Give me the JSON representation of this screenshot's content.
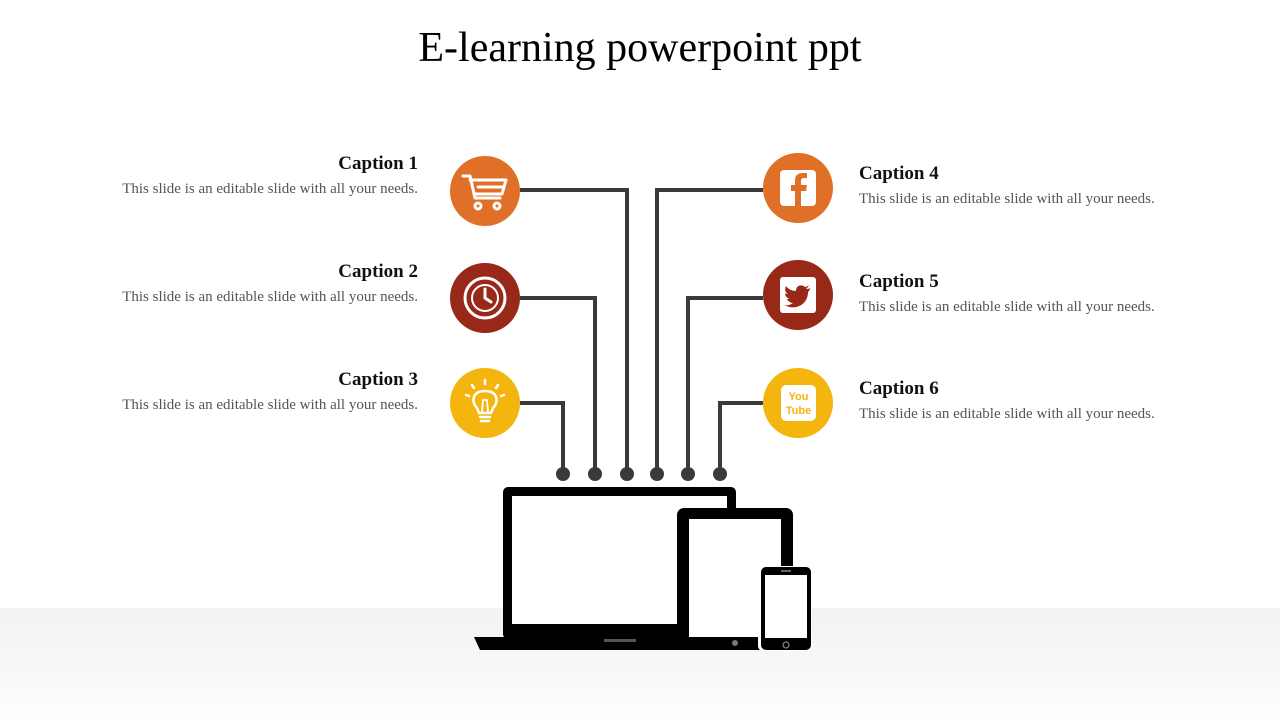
{
  "title": "E-learning powerpoint ppt",
  "captions": [
    {
      "title": "Caption 1",
      "text": "This slide is an editable slide with all your needs.",
      "icon": "shopping-cart-icon",
      "color": "#e07028"
    },
    {
      "title": "Caption 2",
      "text": "This slide is an editable slide with all your needs.",
      "icon": "clock-icon",
      "color": "#982818"
    },
    {
      "title": "Caption 3",
      "text": "This slide is an editable slide with all your needs.",
      "icon": "lightbulb-icon",
      "color": "#f5b50f"
    },
    {
      "title": "Caption 4",
      "text": "This slide is an editable slide with all your needs.",
      "icon": "facebook-icon",
      "color": "#e07028"
    },
    {
      "title": "Caption 5",
      "text": "This slide is an editable slide with all your needs.",
      "icon": "twitter-icon",
      "color": "#982818"
    },
    {
      "title": "Caption 6",
      "text": "This slide is an editable slide with all your needs.",
      "icon": "youtube-icon",
      "color": "#f5b50f"
    }
  ],
  "youtube_label": [
    "You",
    "Tube"
  ],
  "colors": {
    "orange": "#e07028",
    "red": "#982818",
    "yellow": "#f5b50f",
    "connector": "#3a3a3a",
    "device": "#000000"
  }
}
